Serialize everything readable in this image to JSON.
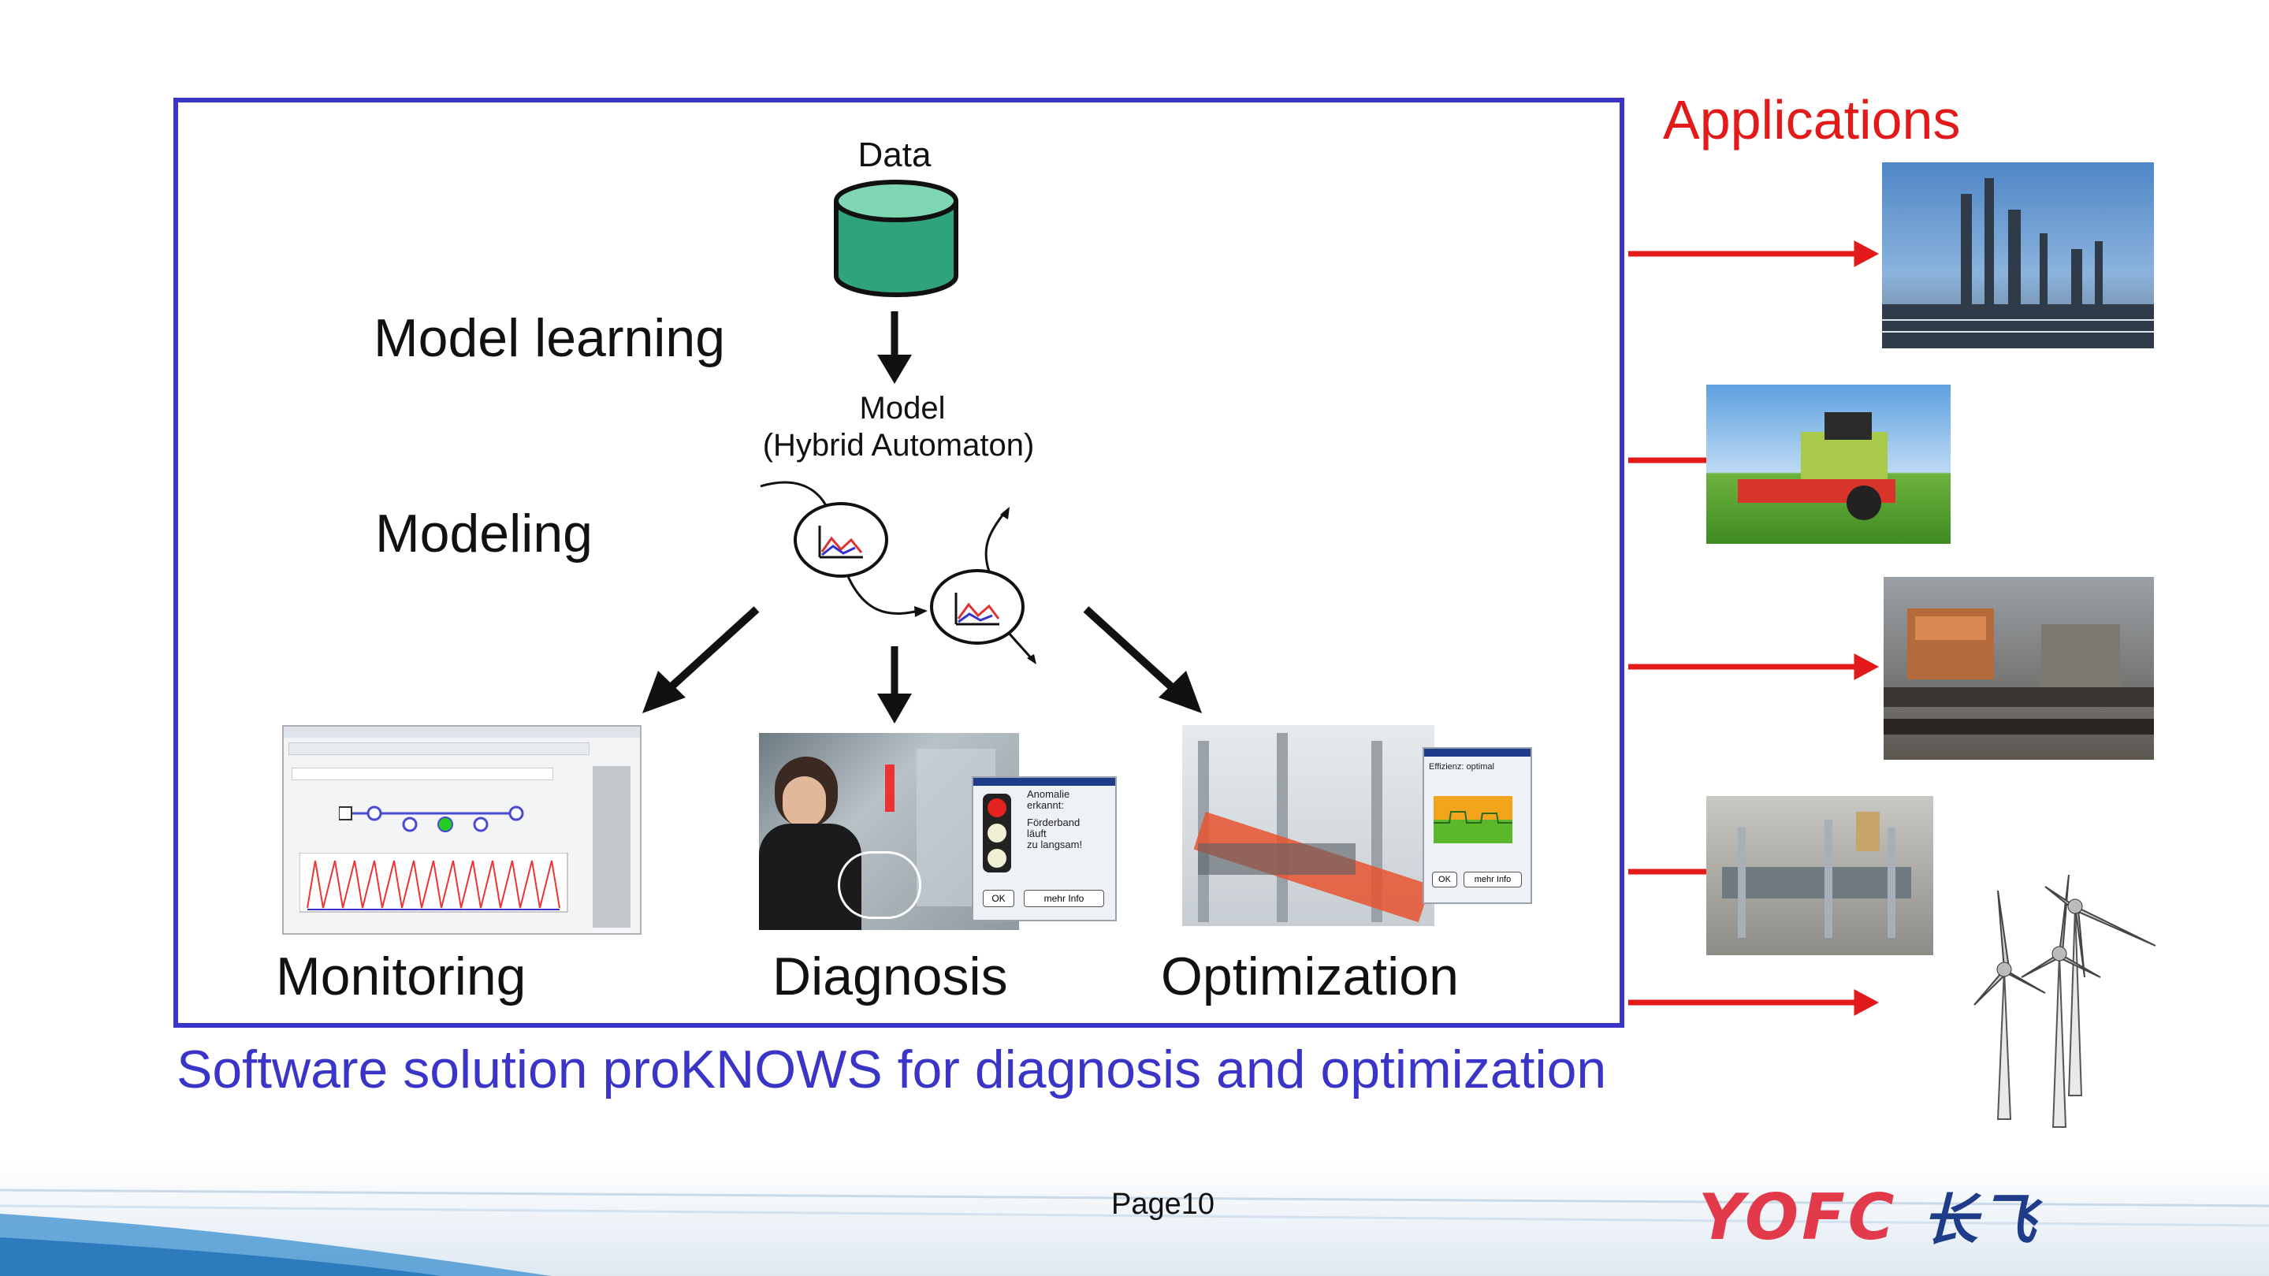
{
  "diagram": {
    "data_label": "Data",
    "model_learning_label": "Model learning",
    "model_label_line1": "Model",
    "model_label_line2": "(Hybrid Automaton)",
    "modeling_label": "Modeling",
    "outputs": {
      "monitoring": "Monitoring",
      "diagnosis": "Diagnosis",
      "optimization": "Optimization"
    },
    "diagnosis_popup": {
      "line1": "Anomalie",
      "line2": "erkannt:",
      "line3": "Förderband",
      "line4": "läuft",
      "line5": "zu langsam!",
      "ok": "OK",
      "more": "mehr Info"
    },
    "optimization_popup": {
      "title": "Effizienz: optimal",
      "ok": "OK",
      "more": "mehr Info"
    }
  },
  "applications": {
    "title": "Applications",
    "items": [
      {
        "icon": "refinery-icon"
      },
      {
        "icon": "harvester-icon"
      },
      {
        "icon": "factory-machine-icon"
      },
      {
        "icon": "production-line-icon"
      },
      {
        "icon": "wind-turbines-icon"
      }
    ]
  },
  "caption": "Software solution proKNOWS for diagnosis and optimization",
  "footer": {
    "page": "Page10",
    "logo_text": "YOFC",
    "logo_cn": "长飞"
  },
  "colors": {
    "frame": "#3a35c6",
    "arrow_red": "#e31a1a",
    "caption": "#3a35c6",
    "cylinder": "#2fa37a",
    "logo_red": "#e23a4a",
    "logo_blue": "#1f3c8a"
  }
}
